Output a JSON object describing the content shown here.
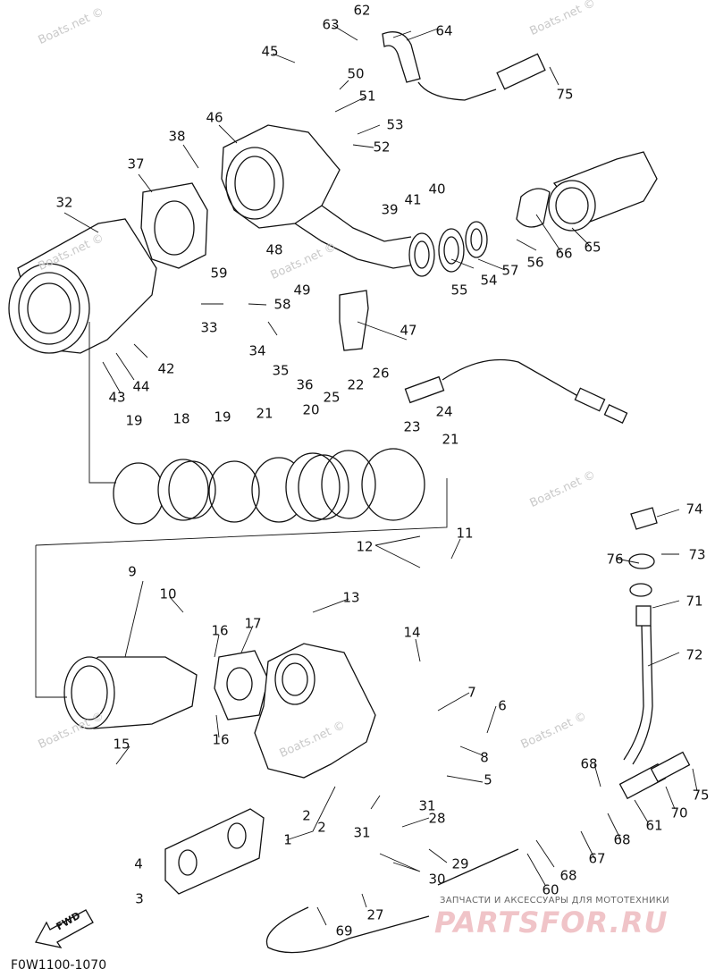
{
  "diagram": {
    "code": "F0W1100-1070",
    "direction_label": "FWD",
    "brand_caption": "ЗАПЧАСТИ И АКСЕССУАРЫ ДЛЯ МОТОТЕХНИКИ",
    "brand_logo": "PARTSFOR.RU",
    "watermark": "Boats.net ©",
    "callouts": {
      "n1": "1",
      "n2a": "2",
      "n2b": "2",
      "n3": "3",
      "n4": "4",
      "n5": "5",
      "n6": "6",
      "n7": "7",
      "n8": "8",
      "n9": "9",
      "n10": "10",
      "n11": "11",
      "n12": "12",
      "n13": "13",
      "n14": "14",
      "n15": "15",
      "n16a": "16",
      "n16b": "16",
      "n17": "17",
      "n18": "18",
      "n19a": "19",
      "n19b": "19",
      "n20": "20",
      "n21a": "21",
      "n21b": "21",
      "n22": "22",
      "n23": "23",
      "n24": "24",
      "n25": "25",
      "n26": "26",
      "n27": "27",
      "n28": "28",
      "n29": "29",
      "n30": "30",
      "n31a": "31",
      "n31b": "31",
      "n32": "32",
      "n33": "33",
      "n34": "34",
      "n35": "35",
      "n36": "36",
      "n37": "37",
      "n38": "38",
      "n39": "39",
      "n40": "40",
      "n41": "41",
      "n42": "42",
      "n43": "43",
      "n44": "44",
      "n45": "45",
      "n46": "46",
      "n47": "47",
      "n48": "48",
      "n49": "49",
      "n50": "50",
      "n51": "51",
      "n52": "52",
      "n53": "53",
      "n54": "54",
      "n55": "55",
      "n56": "56",
      "n57": "57",
      "n58": "58",
      "n59": "59",
      "n60": "60",
      "n61": "61",
      "n62": "62",
      "n63": "63",
      "n64": "64",
      "n65": "65",
      "n66": "66",
      "n67": "67",
      "n68a": "68",
      "n68b": "68",
      "n68c": "68",
      "n69": "69",
      "n70": "70",
      "n71": "71",
      "n72": "72",
      "n73": "73",
      "n74": "74",
      "n75a": "75",
      "n75b": "75",
      "n76": "76"
    }
  }
}
